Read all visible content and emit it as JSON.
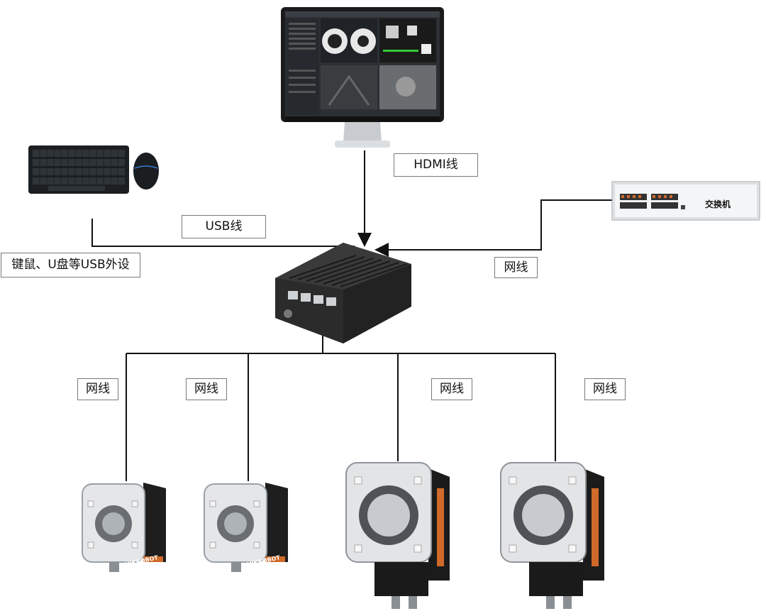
{
  "labels": {
    "hdmi": "HDMI线",
    "usb": "USB线",
    "peripherals": "键鼠、U盘等USB外设",
    "net_switch": "网线",
    "net_cam1": "网线",
    "net_cam2": "网线",
    "net_cam3": "网线",
    "net_cam4": "网线"
  },
  "devices": {
    "switch_label": "交换机",
    "brand": "HIKROBOT"
  },
  "colors": {
    "line": "#111111",
    "label_border": "#7a7a7a"
  }
}
